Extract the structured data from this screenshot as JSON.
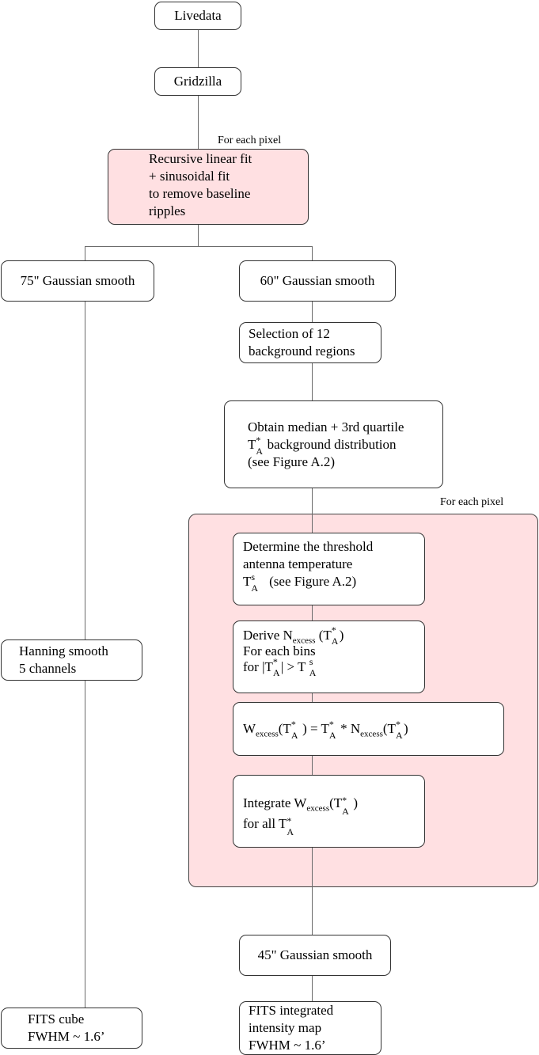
{
  "diagram": {
    "nodes": {
      "livedata": "Livedata",
      "gridzilla": "Gridzilla",
      "baseline_fit": [
        "Recursive linear fit",
        "+ sinusoidal fit",
        "to remove baseline",
        "ripples"
      ],
      "gauss75": "75\" Gaussian smooth",
      "gauss60": "60\" Gaussian smooth",
      "selection": [
        "Selection of 12",
        "background regions"
      ],
      "median": {
        "line1": "Obtain median + 3rd quartile",
        "line2_sym": "T",
        "line2_sup": "*",
        "line2_sub": "A",
        "line2_rest": "background distribution",
        "line3": "(see Figure A.2)"
      },
      "threshold": {
        "line1": "Determine the threshold",
        "line2": "antenna temperature",
        "sym": "T",
        "sup": "s",
        "sub": "A",
        "rest": "(see Figure A.2)"
      },
      "derive": {
        "line1_a": "Derive N",
        "line1_sub": "excess",
        "line1_b": " (T",
        "line1_sup": "*",
        "line1_sub2": "A",
        "line1_c": ")",
        "line2": "For each bins",
        "line3_a": "for |T",
        "line3_sup": "*",
        "line3_sub": "A",
        "line3_b": "| > T",
        "line3_sup2": "s",
        "line3_sub2": "A"
      },
      "wexcess": {
        "w": "W",
        "sub": "excess",
        "p1": "(T",
        "sup": "*",
        "a": "A",
        "p2": " ) = T",
        "p3": " * N",
        "p4": "(T",
        "p5": ")"
      },
      "integrate": {
        "l1a": "Integrate W",
        "l1sub": "excess",
        "l1b": "(T",
        "l1sup": "*",
        "l1a2": "A",
        "l1c": " )",
        "l2a": "for all T"
      },
      "hanning": [
        "Hanning smooth",
        "5 channels"
      ],
      "gauss45": "45\" Gaussian smooth",
      "fits_cube": [
        "FITS cube",
        "FWHM ~ 1.6’"
      ],
      "fits_map": [
        "FITS integrated",
        "intensity map",
        "FWHM ~ 1.6’"
      ]
    },
    "annotations": {
      "for_each_pixel_top": "For each pixel",
      "for_each_pixel_region": "For each pixel"
    },
    "colors": {
      "highlight": "#ffe0e2",
      "border": "#333333",
      "connector": "#6b6b6b"
    }
  }
}
